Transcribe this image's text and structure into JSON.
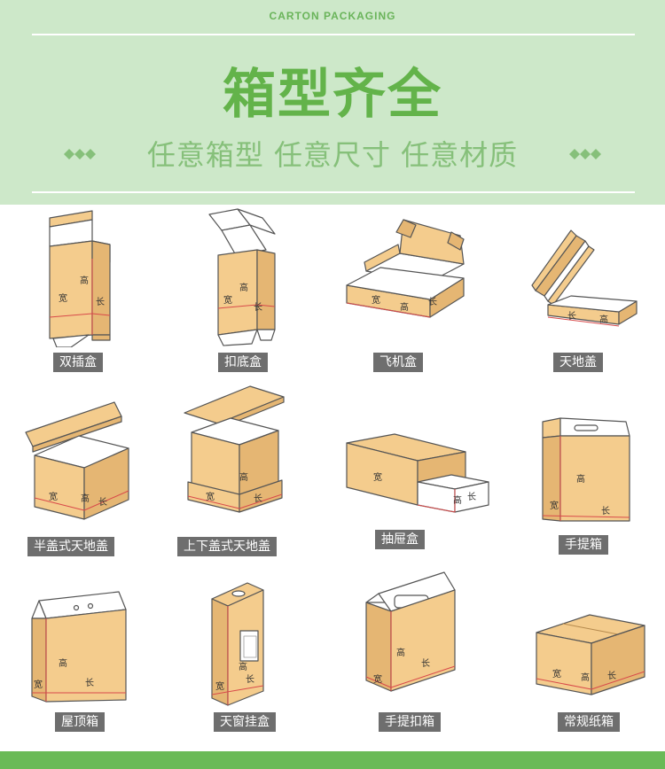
{
  "header": {
    "tagline": "CARTON PACKAGING",
    "title": "箱型齐全",
    "subtitle": "任意箱型 任意尺寸 任意材质"
  },
  "dimension_marks": {
    "width": "宽",
    "height": "高",
    "length": "长"
  },
  "colors": {
    "hero_bg": "#cde8c9",
    "brand_green": "#63b34a",
    "cardboard": "#f4cc8d",
    "cardboard_dark": "#e5b673",
    "label_bg": "#6e6e6e"
  },
  "boxes": [
    {
      "label": "双插盒"
    },
    {
      "label": "扣底盒"
    },
    {
      "label": "飞机盒"
    },
    {
      "label": "天地盖"
    },
    {
      "label": "半盖式天地盖"
    },
    {
      "label": "上下盖式天地盖"
    },
    {
      "label": "抽屉盒"
    },
    {
      "label": "手提箱"
    },
    {
      "label": "屋顶箱"
    },
    {
      "label": "天窗挂盒"
    },
    {
      "label": "手提扣箱"
    },
    {
      "label": "常规纸箱"
    }
  ]
}
